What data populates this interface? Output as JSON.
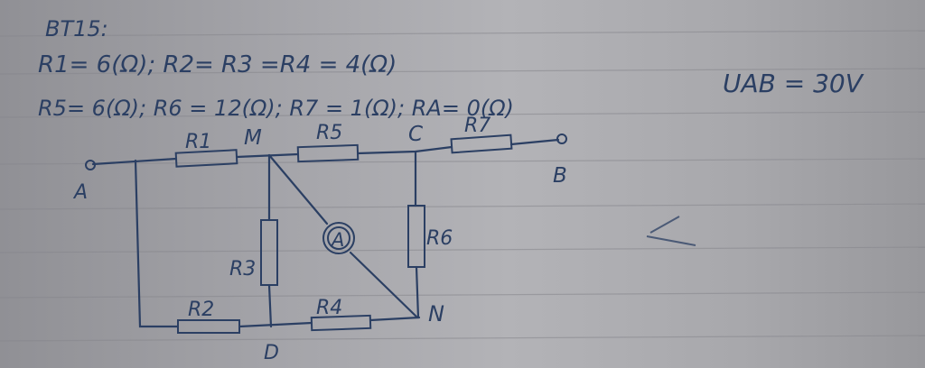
{
  "note": {
    "title": "BT15:",
    "line1": "R1= 6(Ω); R2= R3 =R4 = 4(Ω)",
    "line2": "R5= 6(Ω); R6 = 12(Ω); R7 = 1(Ω); RA= 0(Ω)",
    "uab": "UAB = 30V"
  },
  "circuit": {
    "nodes": {
      "A": "A",
      "B": "B",
      "M": "M",
      "C": "C",
      "N": "N",
      "D": "D"
    },
    "resistors": {
      "r1": "R1",
      "r2": "R2",
      "r3": "R3",
      "r4": "R4",
      "r5": "R5",
      "r6": "R6",
      "r7": "R7"
    },
    "ammeter": "A"
  }
}
